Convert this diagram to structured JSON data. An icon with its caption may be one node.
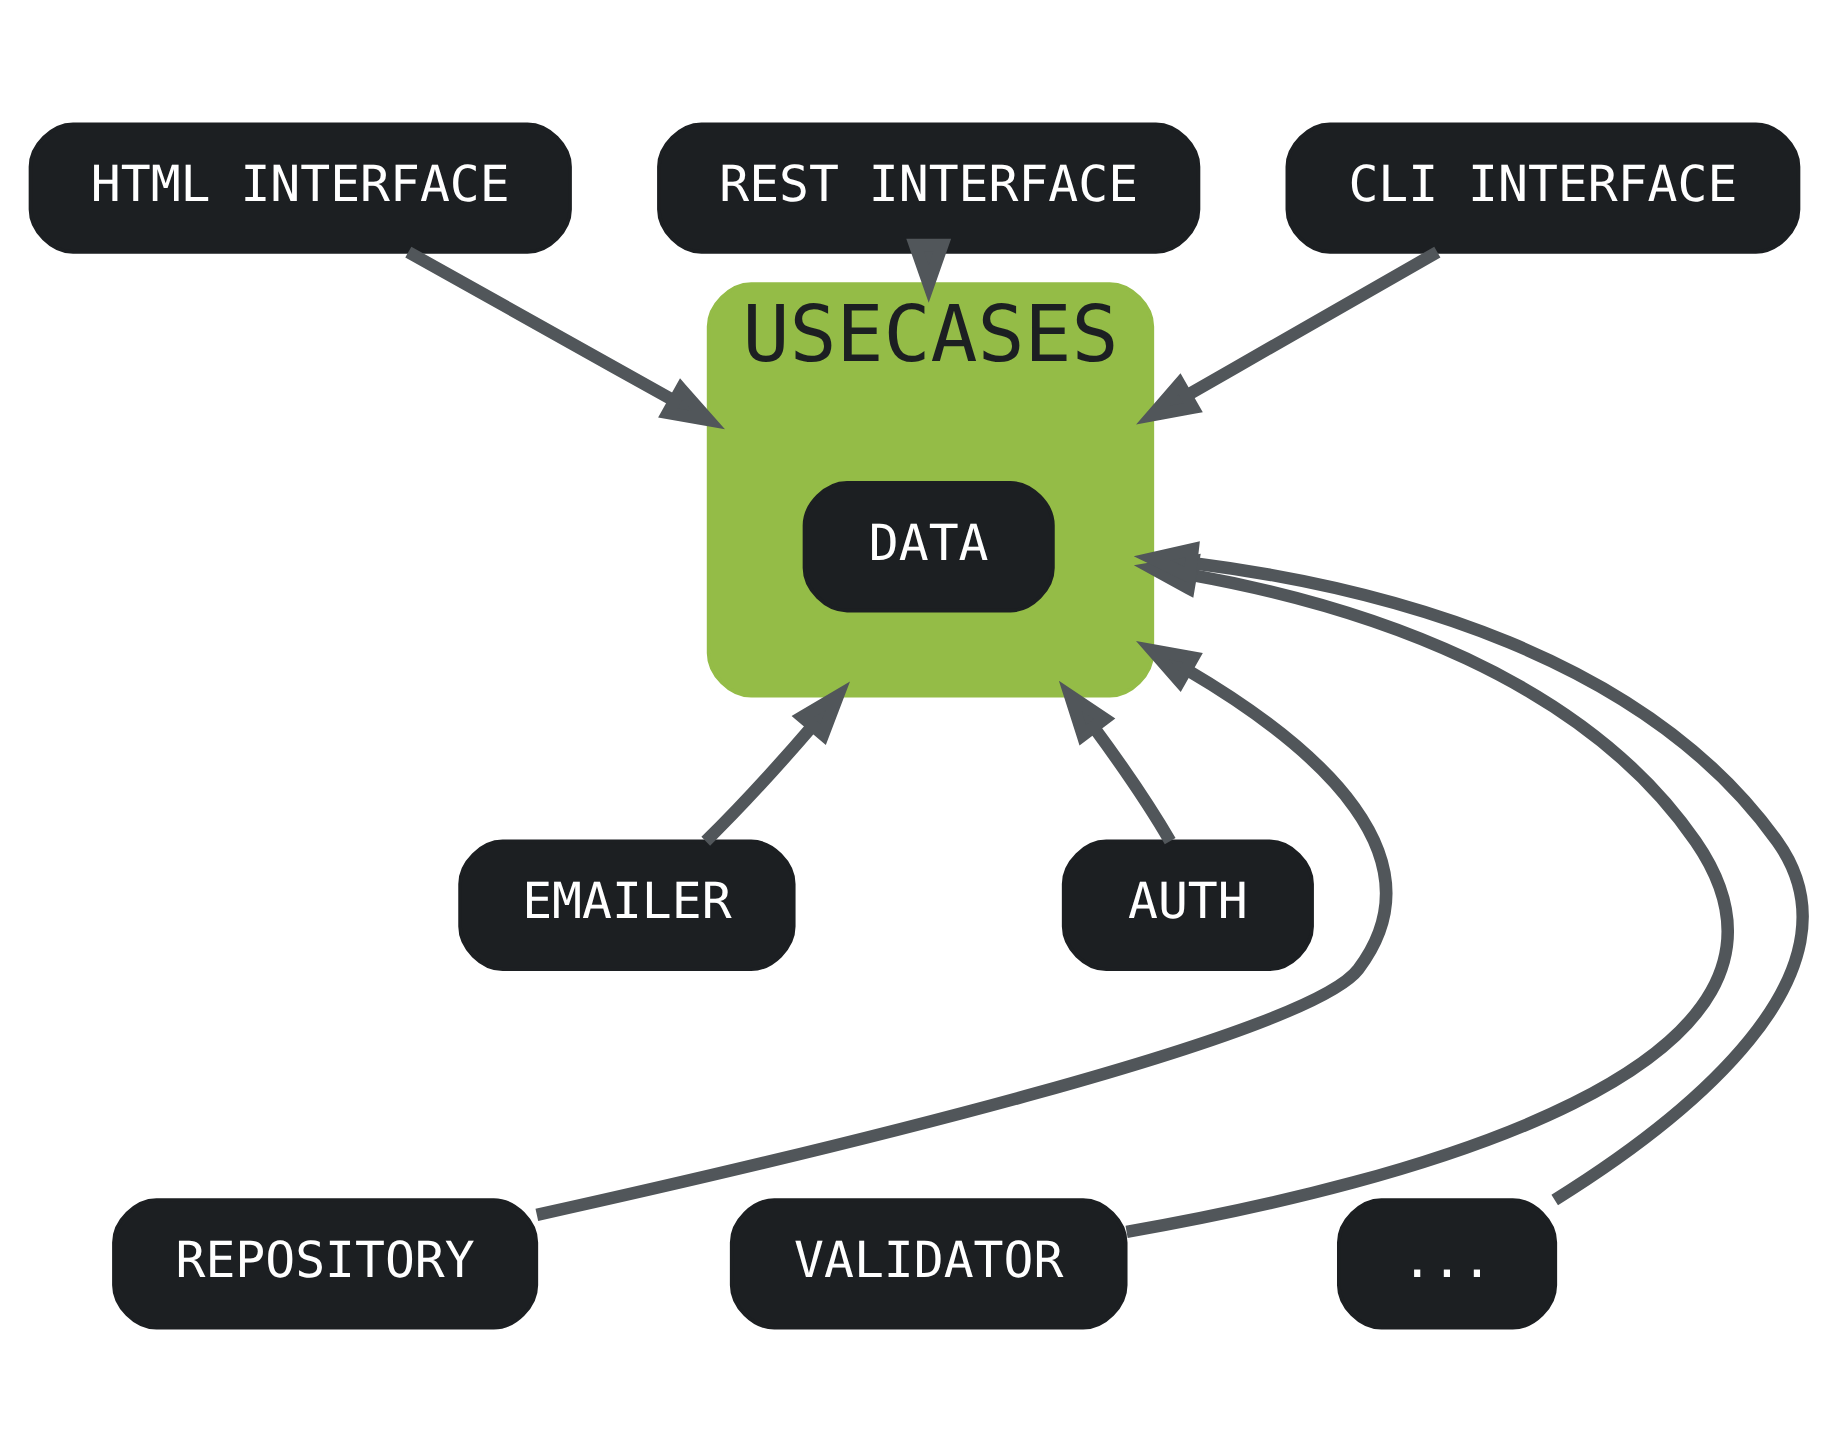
{
  "diagram": {
    "nodes": [
      {
        "text": [
          "HTML INTERFACE"
        ]
      },
      {
        "text": [
          "REST INTERFACE"
        ]
      },
      {
        "text": [
          "CLI INTERFACE"
        ]
      },
      {
        "text": [
          "USECASES"
        ]
      },
      {
        "text": [
          "DATA"
        ],
        "in": 3
      },
      {
        "text": [
          "REPOSITORY"
        ]
      },
      {
        "text": [
          "EMAILER"
        ]
      },
      {
        "text": [
          "VALIDATOR"
        ]
      },
      {
        "text": [
          "AUTH"
        ]
      },
      {
        "text": [
          "..."
        ]
      }
    ],
    "edges": [
      {
        "from": 0,
        "to": 3,
        "arrow": "to"
      },
      {
        "from": 1,
        "to": 3,
        "arrow": "to"
      },
      {
        "from": 2,
        "to": 3,
        "arrow": "to"
      },
      {
        "from": 5,
        "to": 3,
        "arrow": "to"
      },
      {
        "from": 6,
        "to": 3,
        "arrow": "to"
      },
      {
        "from": 7,
        "to": 3,
        "arrow": "to"
      },
      {
        "from": 8,
        "to": 3,
        "arrow": "to"
      },
      {
        "from": 9,
        "to": 3,
        "arrow": "to"
      }
    ]
  }
}
